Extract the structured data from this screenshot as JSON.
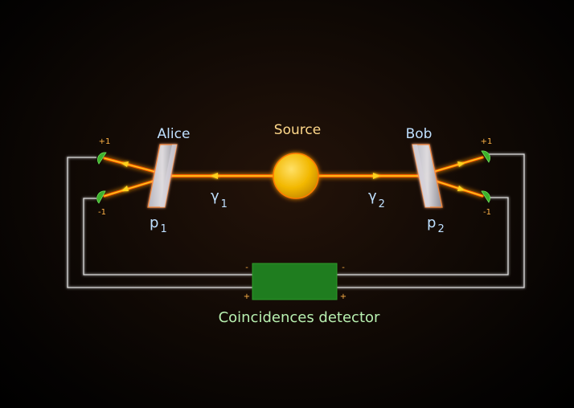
{
  "source": {
    "label": "Source"
  },
  "alice": {
    "label": "Alice",
    "polarizer": "p",
    "polarizer_sub": "1",
    "out_plus": "+1",
    "out_minus": "-1"
  },
  "bob": {
    "label": "Bob",
    "polarizer": "p",
    "polarizer_sub": "2",
    "out_plus": "+1",
    "out_minus": "-1"
  },
  "photons": {
    "left": {
      "symbol": "γ",
      "sub": "1"
    },
    "right": {
      "symbol": "γ",
      "sub": "2"
    }
  },
  "detector": {
    "label": "Coincidences detector",
    "minus": "-",
    "plus": "+"
  },
  "colors": {
    "beam": "#ffd21e",
    "beam_glow": "#ff5a00",
    "source": "#f6c000",
    "detector_box": "#1f7d1f",
    "detector_dot": "#3cb22c",
    "label_names": "#bfe0ff",
    "label_detector": "#b8f0b0",
    "label_terminal": "#ffb347",
    "wire": "#dcdcdc"
  }
}
